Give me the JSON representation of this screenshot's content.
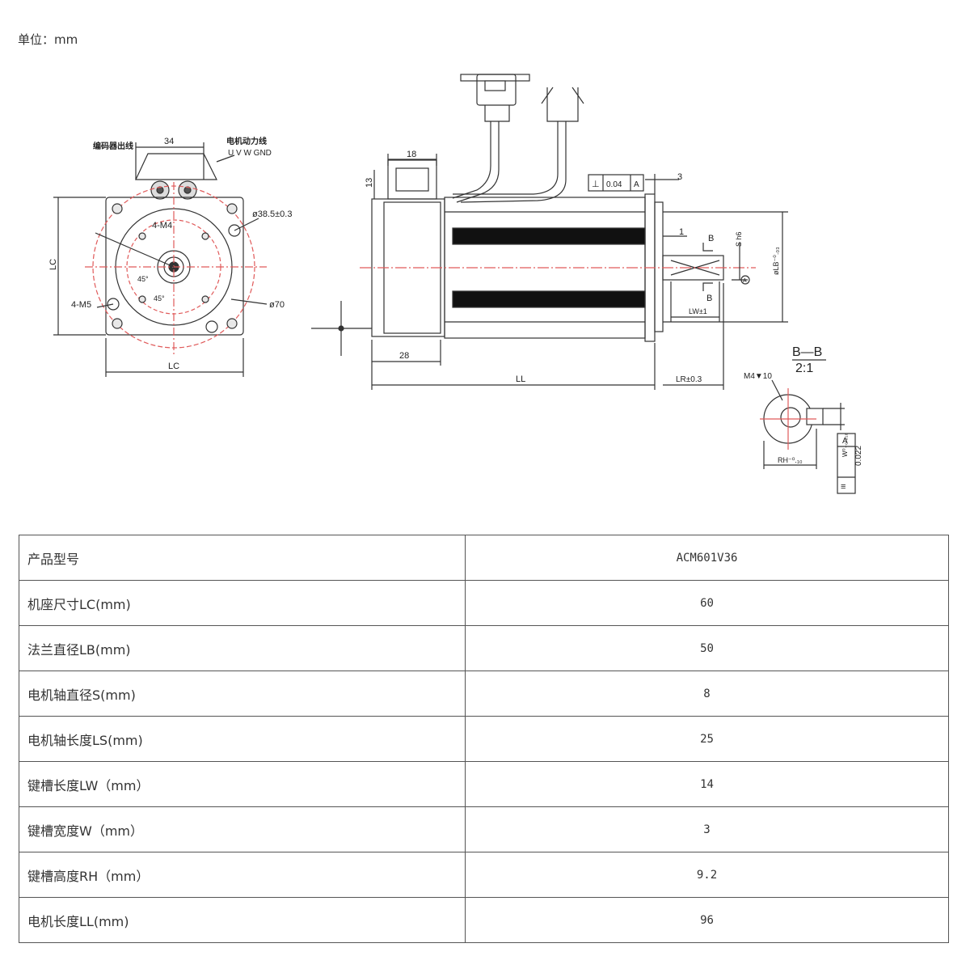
{
  "unit_label": "单位：mm",
  "drawing": {
    "front": {
      "dim_34": "34",
      "encoder_line": "编码器出线",
      "motor_power_line": "电机动力线",
      "power_pins": "U V W GND",
      "dim_lc_v": "LC",
      "dim_lc_h": "LC",
      "thread_4m4": "4-M4",
      "thread_4m5": "4-M5",
      "dia_385": "ø38.5±0.3",
      "dia_70": "ø70",
      "angle_45a": "45°",
      "angle_45b": "45°"
    },
    "side": {
      "dim_18": "18",
      "dim_13": "13",
      "tol_perp": "⊥",
      "tol_val": "0.04",
      "tol_ref": "A",
      "dim_3": "3",
      "dim_1": "1",
      "section_b_top": "B",
      "section_b_bottom": "B",
      "shaft_s": "S h6",
      "flange_lb": "øLB⁻⁰.₀₃",
      "datum_a": "A",
      "dim_lw": "LW±1",
      "dim_28": "28",
      "dim_ll": "LL",
      "dim_lr": "LR±0.3"
    },
    "section": {
      "title": "B—B",
      "scale": "2:1",
      "thread": "M4▼10",
      "rh": "RH⁻⁰.₁₀",
      "w": "W⁰₋₀.₀₁₈",
      "tol_sym": "≡",
      "tol_val": "0.022",
      "tol_ref": "A"
    }
  },
  "table": {
    "rows": [
      {
        "param": "产品型号",
        "value": "ACM601V36"
      },
      {
        "param": "机座尺寸LC(mm)",
        "value": "60"
      },
      {
        "param": "法兰直径LB(mm)",
        "value": "50"
      },
      {
        "param": "电机轴直径S(mm)",
        "value": "8"
      },
      {
        "param": "电机轴长度LS(mm)",
        "value": "25"
      },
      {
        "param": "键槽长度LW（mm）",
        "value": "14"
      },
      {
        "param": "键槽宽度W（mm）",
        "value": "3"
      },
      {
        "param": "键槽高度RH（mm）",
        "value": "9.2"
      },
      {
        "param": "电机长度LL(mm)",
        "value": "96"
      }
    ]
  },
  "colors": {
    "line": "#333333",
    "center_line": "#e05a5a",
    "dark_band": "#111111"
  }
}
